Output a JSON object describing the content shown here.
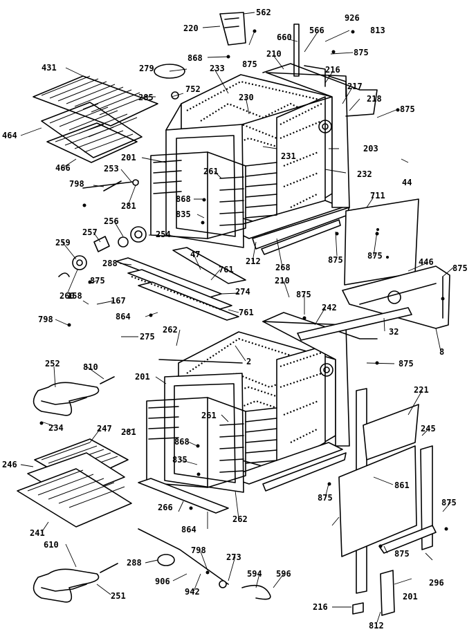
{
  "diagram": {
    "labels": {
      "l220": "220",
      "l562": "562",
      "l926": "926",
      "l813": "813",
      "l875a": "875",
      "l868a": "868",
      "l660": "660",
      "l566": "566",
      "l210a": "210",
      "l875b": "875",
      "l233": "233",
      "l216": "216",
      "l217": "217",
      "l218": "218",
      "l279": "279",
      "l752": "752",
      "l431": "431",
      "l285": "285",
      "l230": "230",
      "l875c": "875",
      "l464": "464",
      "l231": "231",
      "l203": "203",
      "l44": "44",
      "l201a": "201",
      "l466": "466",
      "l232": "232",
      "l253": "253",
      "l261a": "261",
      "l868b": "868",
      "l711": "711",
      "l798a": "798",
      "l281a": "281",
      "l835a": "835",
      "l257": "257",
      "l256": "256",
      "l254": "254",
      "l875d": "875",
      "l259": "259",
      "l288a": "288",
      "l47": "47",
      "l212": "212",
      "l268": "268",
      "l875e": "875",
      "l446": "446",
      "l875f": "875",
      "l761a": "761",
      "l875g": "875",
      "l274": "274",
      "l260": "260",
      "l158": "158",
      "l167": "167",
      "l864a": "864",
      "l761b": "761",
      "l210b": "210",
      "l875h": "875",
      "l242": "242",
      "l32": "32",
      "l798b": "798",
      "l275": "275",
      "l262a": "262",
      "l8": "8",
      "l2": "2",
      "l875i": "875",
      "l252": "252",
      "l810": "810",
      "l201b": "201",
      "l221": "221",
      "l261b": "261",
      "l234": "234",
      "l247": "247",
      "l245": "245",
      "l281b": "281",
      "l868c": "868",
      "l246": "246",
      "l835b": "835",
      "l861": "861",
      "l875j": "875",
      "l266": "266",
      "l262b": "262",
      "l875k": "875",
      "l241": "241",
      "l864b": "864",
      "l875l": "875",
      "l610": "610",
      "l288b": "288",
      "l798c": "798",
      "l273": "273",
      "l594": "594",
      "l596": "596",
      "l296": "296",
      "l906": "906",
      "l942": "942",
      "l251": "251",
      "l201c": "201",
      "l812": "812"
    }
  }
}
